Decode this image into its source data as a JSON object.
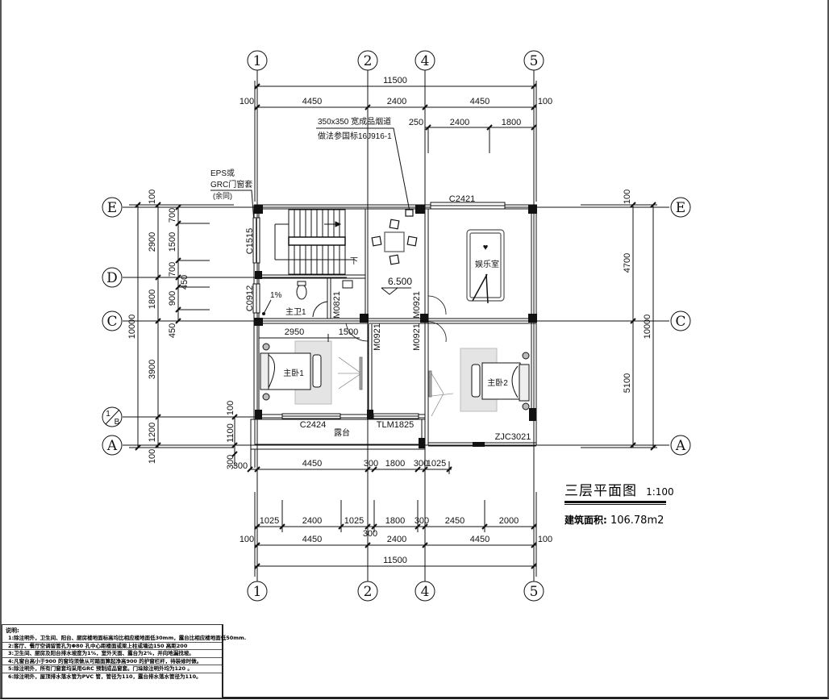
{
  "drawing": {
    "title": "三层平面图",
    "scale": "1:100",
    "area_label": "建筑面积:",
    "area_value": "106.78m2"
  },
  "axes": {
    "vertical": [
      "1",
      "2",
      "4",
      "5"
    ],
    "horizontal": [
      "E",
      "D",
      "C",
      "1/B",
      "A"
    ],
    "horizontal_right": [
      "E",
      "C",
      "A"
    ]
  },
  "dimensions": {
    "top_total": "11500",
    "top_row": [
      "100",
      "4450",
      "2400",
      "4450",
      "100"
    ],
    "top_detail": [
      "250",
      "2400",
      "1800"
    ],
    "bottom_row1": [
      "300",
      "4450",
      "300",
      "1800",
      "300",
      "1025"
    ],
    "bottom_row2": [
      "1025",
      "2400",
      "1025",
      "1800",
      "300",
      "2450",
      "2000"
    ],
    "bottom_row3": [
      "100",
      "4450",
      "300",
      "2400",
      "4450",
      "100"
    ],
    "bottom_total": "11500",
    "left_total": "10000",
    "left_row1": [
      "100",
      "2900",
      "1800",
      "3900",
      "1200",
      "100"
    ],
    "left_row2": [
      "700",
      "1500",
      "700",
      "450",
      "900",
      "450"
    ],
    "left_balcony": [
      "100",
      "1100",
      "300"
    ],
    "left_300": "300",
    "right_total": "10000",
    "right_row": [
      "100",
      "4700",
      "5100",
      "100"
    ]
  },
  "annotations": {
    "flue_line1": "350x350 宽成品烟道",
    "flue_line2": "做法参国标16J916-1",
    "eps_line1": "EPS或",
    "eps_line2": "GRC门窗套",
    "eps_line3": "(余同)",
    "slope": "1%",
    "elevation": "6.500",
    "stair_down": "下"
  },
  "rooms": {
    "toilet": "主卫1",
    "entertainment": "娱乐室",
    "master1": "主卧1",
    "master2": "主卧2",
    "balcony": "露台"
  },
  "openings": {
    "c1515": "C1515",
    "c0912": "C0912",
    "c2421": "C2421",
    "c2424": "C2424",
    "m0821": "M0821",
    "m0921_a": "M0921",
    "m0921_b": "M0921",
    "m0921_c": "M0921",
    "tlm1825": "TLM1825",
    "zjc3021": "ZJC3021",
    "dim_2950": "2950",
    "dim_1500": "1500"
  },
  "notes": {
    "title": "说明:",
    "items": [
      "1:除注明外，卫生间、阳台、厨房楼地面标高均比相应楼地面低30mm，露台比相应楼地面低50mm.",
      "2:客厅、餐厅空调留管孔为Φ80 孔中心距楼面或梁上柱或墙边150 高距200",
      "3:卫生间、厨房及阳台排水坡度为1%，室外天面、露台为2%，并向地漏找坡。",
      "4:凡窗台高小于900 的窗均须做从可踏面算起净高900 的护窗栏杆，待装修时做。",
      "5:除注明外，所有门窗套均采用GRC 预制成品窗套。门垛除注明外均为120 。",
      "6:除注明外，屋顶排水落水管为PVC 管，管径为110，露台排水落水管径为110。"
    ]
  }
}
